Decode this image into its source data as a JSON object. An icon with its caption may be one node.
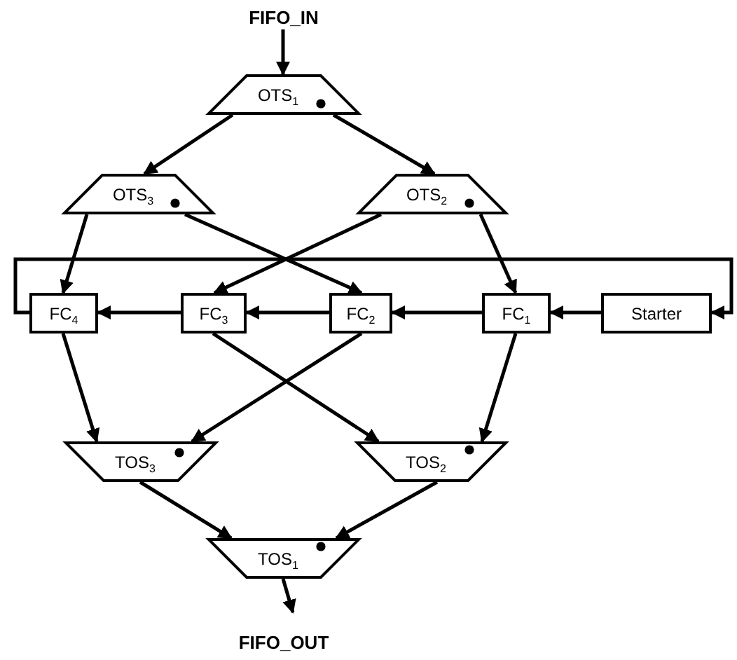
{
  "diagram": {
    "nodes": [
      {
        "text": [
          "FIFO_IN"
        ]
      },
      {
        "text": [
          "OTS$_{1}$"
        ]
      },
      {
        "text": [
          "OTS$_{3}$"
        ]
      },
      {
        "text": [
          "OTS$_{2}$"
        ]
      },
      {
        "text": [
          "FC$_{4}$"
        ]
      },
      {
        "text": [
          "FC$_{3}$"
        ]
      },
      {
        "text": [
          "FC$_{2}$"
        ]
      },
      {
        "text": [
          "FC$_{1}$"
        ]
      },
      {
        "text": [
          "Starter"
        ]
      },
      {
        "text": [
          "TOS$_{3}$"
        ]
      },
      {
        "text": [
          "TOS$_{2}$"
        ]
      },
      {
        "text": [
          "TOS$_{1}$"
        ]
      },
      {
        "text": [
          "FIFO_OUT"
        ]
      }
    ],
    "edges": [
      {
        "from": 0,
        "to": 1,
        "arrow": "to"
      },
      {
        "from": 1,
        "to": 2,
        "arrow": "to"
      },
      {
        "from": 1,
        "to": 3,
        "arrow": "to"
      },
      {
        "from": 2,
        "to": 4,
        "arrow": "to"
      },
      {
        "from": 2,
        "to": 6,
        "arrow": "to"
      },
      {
        "from": 3,
        "to": 5,
        "arrow": "to"
      },
      {
        "from": 3,
        "to": 7,
        "arrow": "to"
      },
      {
        "from": 8,
        "to": 7,
        "arrow": "to"
      },
      {
        "from": 7,
        "to": 6,
        "arrow": "to"
      },
      {
        "from": 6,
        "to": 5,
        "arrow": "to"
      },
      {
        "from": 5,
        "to": 4,
        "arrow": "to"
      },
      {
        "from": 4,
        "to": 8,
        "arrow": "to"
      },
      {
        "from": 4,
        "to": 9,
        "arrow": "to"
      },
      {
        "from": 5,
        "to": 10,
        "arrow": "to"
      },
      {
        "from": 6,
        "to": 9,
        "arrow": "to"
      },
      {
        "from": 7,
        "to": 10,
        "arrow": "to"
      },
      {
        "from": 9,
        "to": 11,
        "arrow": "to"
      },
      {
        "from": 10,
        "to": 11,
        "arrow": "to"
      },
      {
        "from": 11,
        "to": 12,
        "arrow": "to"
      }
    ]
  }
}
